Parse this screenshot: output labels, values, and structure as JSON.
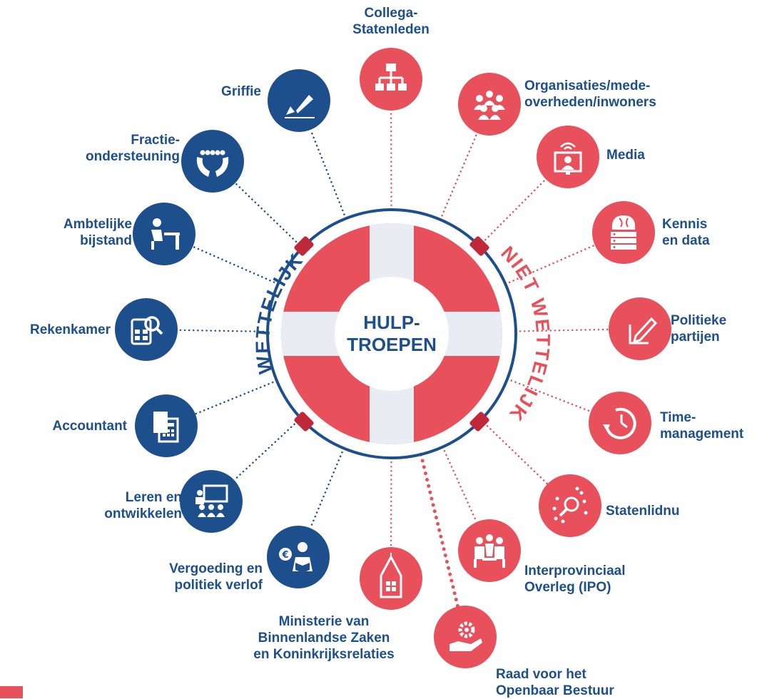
{
  "center": {
    "line1": "HULP-",
    "line2": "TROEPEN"
  },
  "arcs": {
    "left": "WETTELIJK",
    "right": "NIET WETTELIJK"
  },
  "colors": {
    "blue": "#1d4f8c",
    "red": "#e8505b",
    "ring": "#e8505b",
    "band": "#e9ecf2",
    "darkred": "#c0293a"
  },
  "nodes": [
    {
      "id": "griffie",
      "group": "wettelijk",
      "icon": "fountain-pen-icon",
      "label": [
        "Griffie"
      ]
    },
    {
      "id": "fractie",
      "group": "wettelijk",
      "icon": "hands-group-icon",
      "label": [
        "Fractie-",
        "ondersteuning"
      ]
    },
    {
      "id": "ambtelijk",
      "group": "wettelijk",
      "icon": "desk-worker-icon",
      "label": [
        "Ambtelijke",
        "bijstand"
      ]
    },
    {
      "id": "rekenkamer",
      "group": "wettelijk",
      "icon": "calculator-search-icon",
      "label": [
        "Rekenkamer"
      ]
    },
    {
      "id": "accountant",
      "group": "wettelijk",
      "icon": "documents-calculator-icon",
      "label": [
        "Accountant"
      ]
    },
    {
      "id": "leren",
      "group": "wettelijk",
      "icon": "classroom-icon",
      "label": [
        "Leren en",
        "ontwikkelen"
      ]
    },
    {
      "id": "vergoeding",
      "group": "wettelijk",
      "icon": "euro-reader-icon",
      "label": [
        "Vergoeding en",
        "politiek verlof"
      ]
    },
    {
      "id": "ministerie",
      "group": "niet-wettelijk",
      "icon": "tower-building-icon",
      "label": [
        "Ministerie van",
        "Binnenlandse Zaken",
        "en Koninkrijksrelaties"
      ]
    },
    {
      "id": "rob",
      "group": "niet-wettelijk",
      "icon": "hand-gear-icon",
      "label": [
        "Raad voor het",
        "Openbaar Bestuur"
      ]
    },
    {
      "id": "ipo",
      "group": "niet-wettelijk",
      "icon": "meeting-people-icon",
      "label": [
        "Interprovinciaal",
        "Overleg (IPO)"
      ]
    },
    {
      "id": "statenlidnu",
      "group": "niet-wettelijk",
      "icon": "network-search-icon",
      "label": [
        "Statenlidnu"
      ]
    },
    {
      "id": "time",
      "group": "niet-wettelijk",
      "icon": "clock-arrow-icon",
      "label": [
        "Time-",
        "management"
      ]
    },
    {
      "id": "partijen",
      "group": "niet-wettelijk",
      "icon": "pencil-edit-icon",
      "label": [
        "Politieke",
        "partijen"
      ]
    },
    {
      "id": "kennis",
      "group": "niet-wettelijk",
      "icon": "brain-server-icon",
      "label": [
        "Kennis",
        "en data"
      ]
    },
    {
      "id": "media",
      "group": "niet-wettelijk",
      "icon": "monitor-broadcast-icon",
      "label": [
        "Media"
      ]
    },
    {
      "id": "organisaties",
      "group": "niet-wettelijk",
      "icon": "people-group-icon",
      "label": [
        "Organisaties/mede-",
        "overheden/inwoners"
      ]
    },
    {
      "id": "collega",
      "group": "niet-wettelijk",
      "icon": "org-chart-icon",
      "label": [
        "Collega-",
        "Statenleden"
      ]
    }
  ]
}
